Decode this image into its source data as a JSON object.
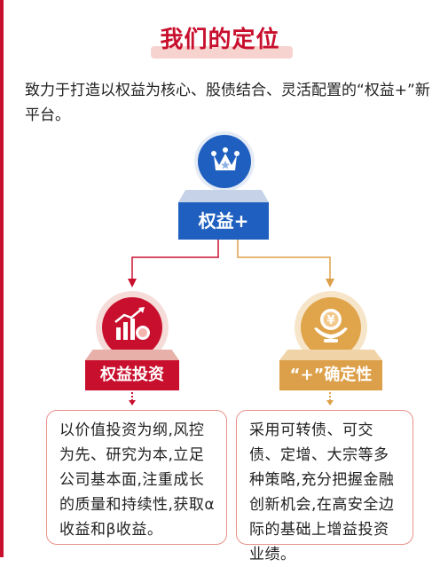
{
  "title": "我们的定位",
  "intro": "致力于打造以权益为核心、股债结合、灵活配置的“权益+”新平台。",
  "top_node": {
    "label": "权益+",
    "icon": "crown-icon"
  },
  "left_node": {
    "label": "权益投资",
    "icon": "rising-bar-chart-coins-icon",
    "description": "以价值投资为纲,风控为先、研究为本,立足公司基本面,注重成长的质量和持续性,获取α收益和β收益。"
  },
  "right_node": {
    "label": "“+”确定性",
    "icon": "hand-holding-coin-icon",
    "description": "采用可转债、可交债、定增、大宗等多种策略,充分把握金融创新机会,在高安全边际的基础上增益投资业绩。"
  },
  "colors": {
    "red": "#c8102e",
    "blue": "#1f5fbf",
    "gold": "#dda04a"
  }
}
